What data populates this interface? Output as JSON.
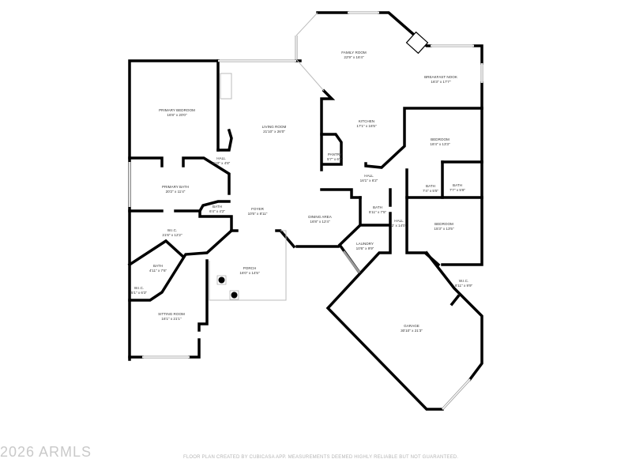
{
  "rooms": {
    "primary_bedroom": {
      "name": "PRIMARY BEDROOM",
      "size": "16'8\" x 20'0\""
    },
    "living_room": {
      "name": "LIVING ROOM",
      "size": "21'10\" x 26'0\""
    },
    "hall_1": {
      "name": "HALL",
      "size": "6'10\" x 4'8\""
    },
    "primary_bath": {
      "name": "PRIMARY BATH",
      "size": "20'2\" x 11'4\""
    },
    "bath_1": {
      "name": "BATH",
      "size": "6'4\" x 4'2\""
    },
    "foyer": {
      "name": "FOYER",
      "size": "10'5\" x 8'11\""
    },
    "wic_1": {
      "name": "W.I.C.",
      "size": "21'6\" x 12'2\""
    },
    "bath_2": {
      "name": "BATH",
      "size": "4'11\" x 7'6\""
    },
    "wic_2": {
      "name": "W.I.C.",
      "size": "5'1\" x 6'3\""
    },
    "porch": {
      "name": "PORCH",
      "size": "16'0\" x 14'5\""
    },
    "sitting_room": {
      "name": "SITTING ROOM",
      "size": "16'1\" x 21'1\""
    },
    "family_room": {
      "name": "FAMILY ROOM",
      "size": "22'9\" x 16'4\""
    },
    "breakfast_nook": {
      "name": "BREAKFAST NOOK",
      "size": "16'3\" x 17'7\""
    },
    "kitchen": {
      "name": "KITCHEN",
      "size": "17'1\" x 16'5\""
    },
    "pantry": {
      "name": "PANTRY",
      "size": "5'7\" x 6'2\""
    },
    "hall_2": {
      "name": "HALL",
      "size": "16'1\" x 6'2\""
    },
    "bedroom_1": {
      "name": "BEDROOM",
      "size": "18'4\" x 13'3\""
    },
    "bath_3": {
      "name": "BATH",
      "size": "7'4\" x 5'5\""
    },
    "bath_4": {
      "name": "BATH",
      "size": "7'7\" x 5'8\""
    },
    "dining_area": {
      "name": "DINING AREA",
      "size": "16'8\" x 12'4\""
    },
    "bath_5": {
      "name": "BATH",
      "size": "5'11\" x 7'5\""
    },
    "hall_3": {
      "name": "HALL",
      "size": "2' x 14'0\""
    },
    "bedroom_2": {
      "name": "BEDROOM",
      "size": "15'3\" x 13'5\""
    },
    "laundry": {
      "name": "LAUNDRY",
      "size": "10'6\" x 9'9\""
    },
    "wic_3": {
      "name": "W.I.C.",
      "size": "8'11\" x 9'9\""
    },
    "garage": {
      "name": "GARAGE",
      "size": "30'10\" x 21'3\""
    }
  },
  "footer": {
    "watermark": "2026 ARMLS",
    "caption": "FLOOR PLAN CREATED BY CUBICASA APP. MEASUREMENTS DEEMED HIGHLY RELIABLE BUT NOT GUARANTEED."
  }
}
